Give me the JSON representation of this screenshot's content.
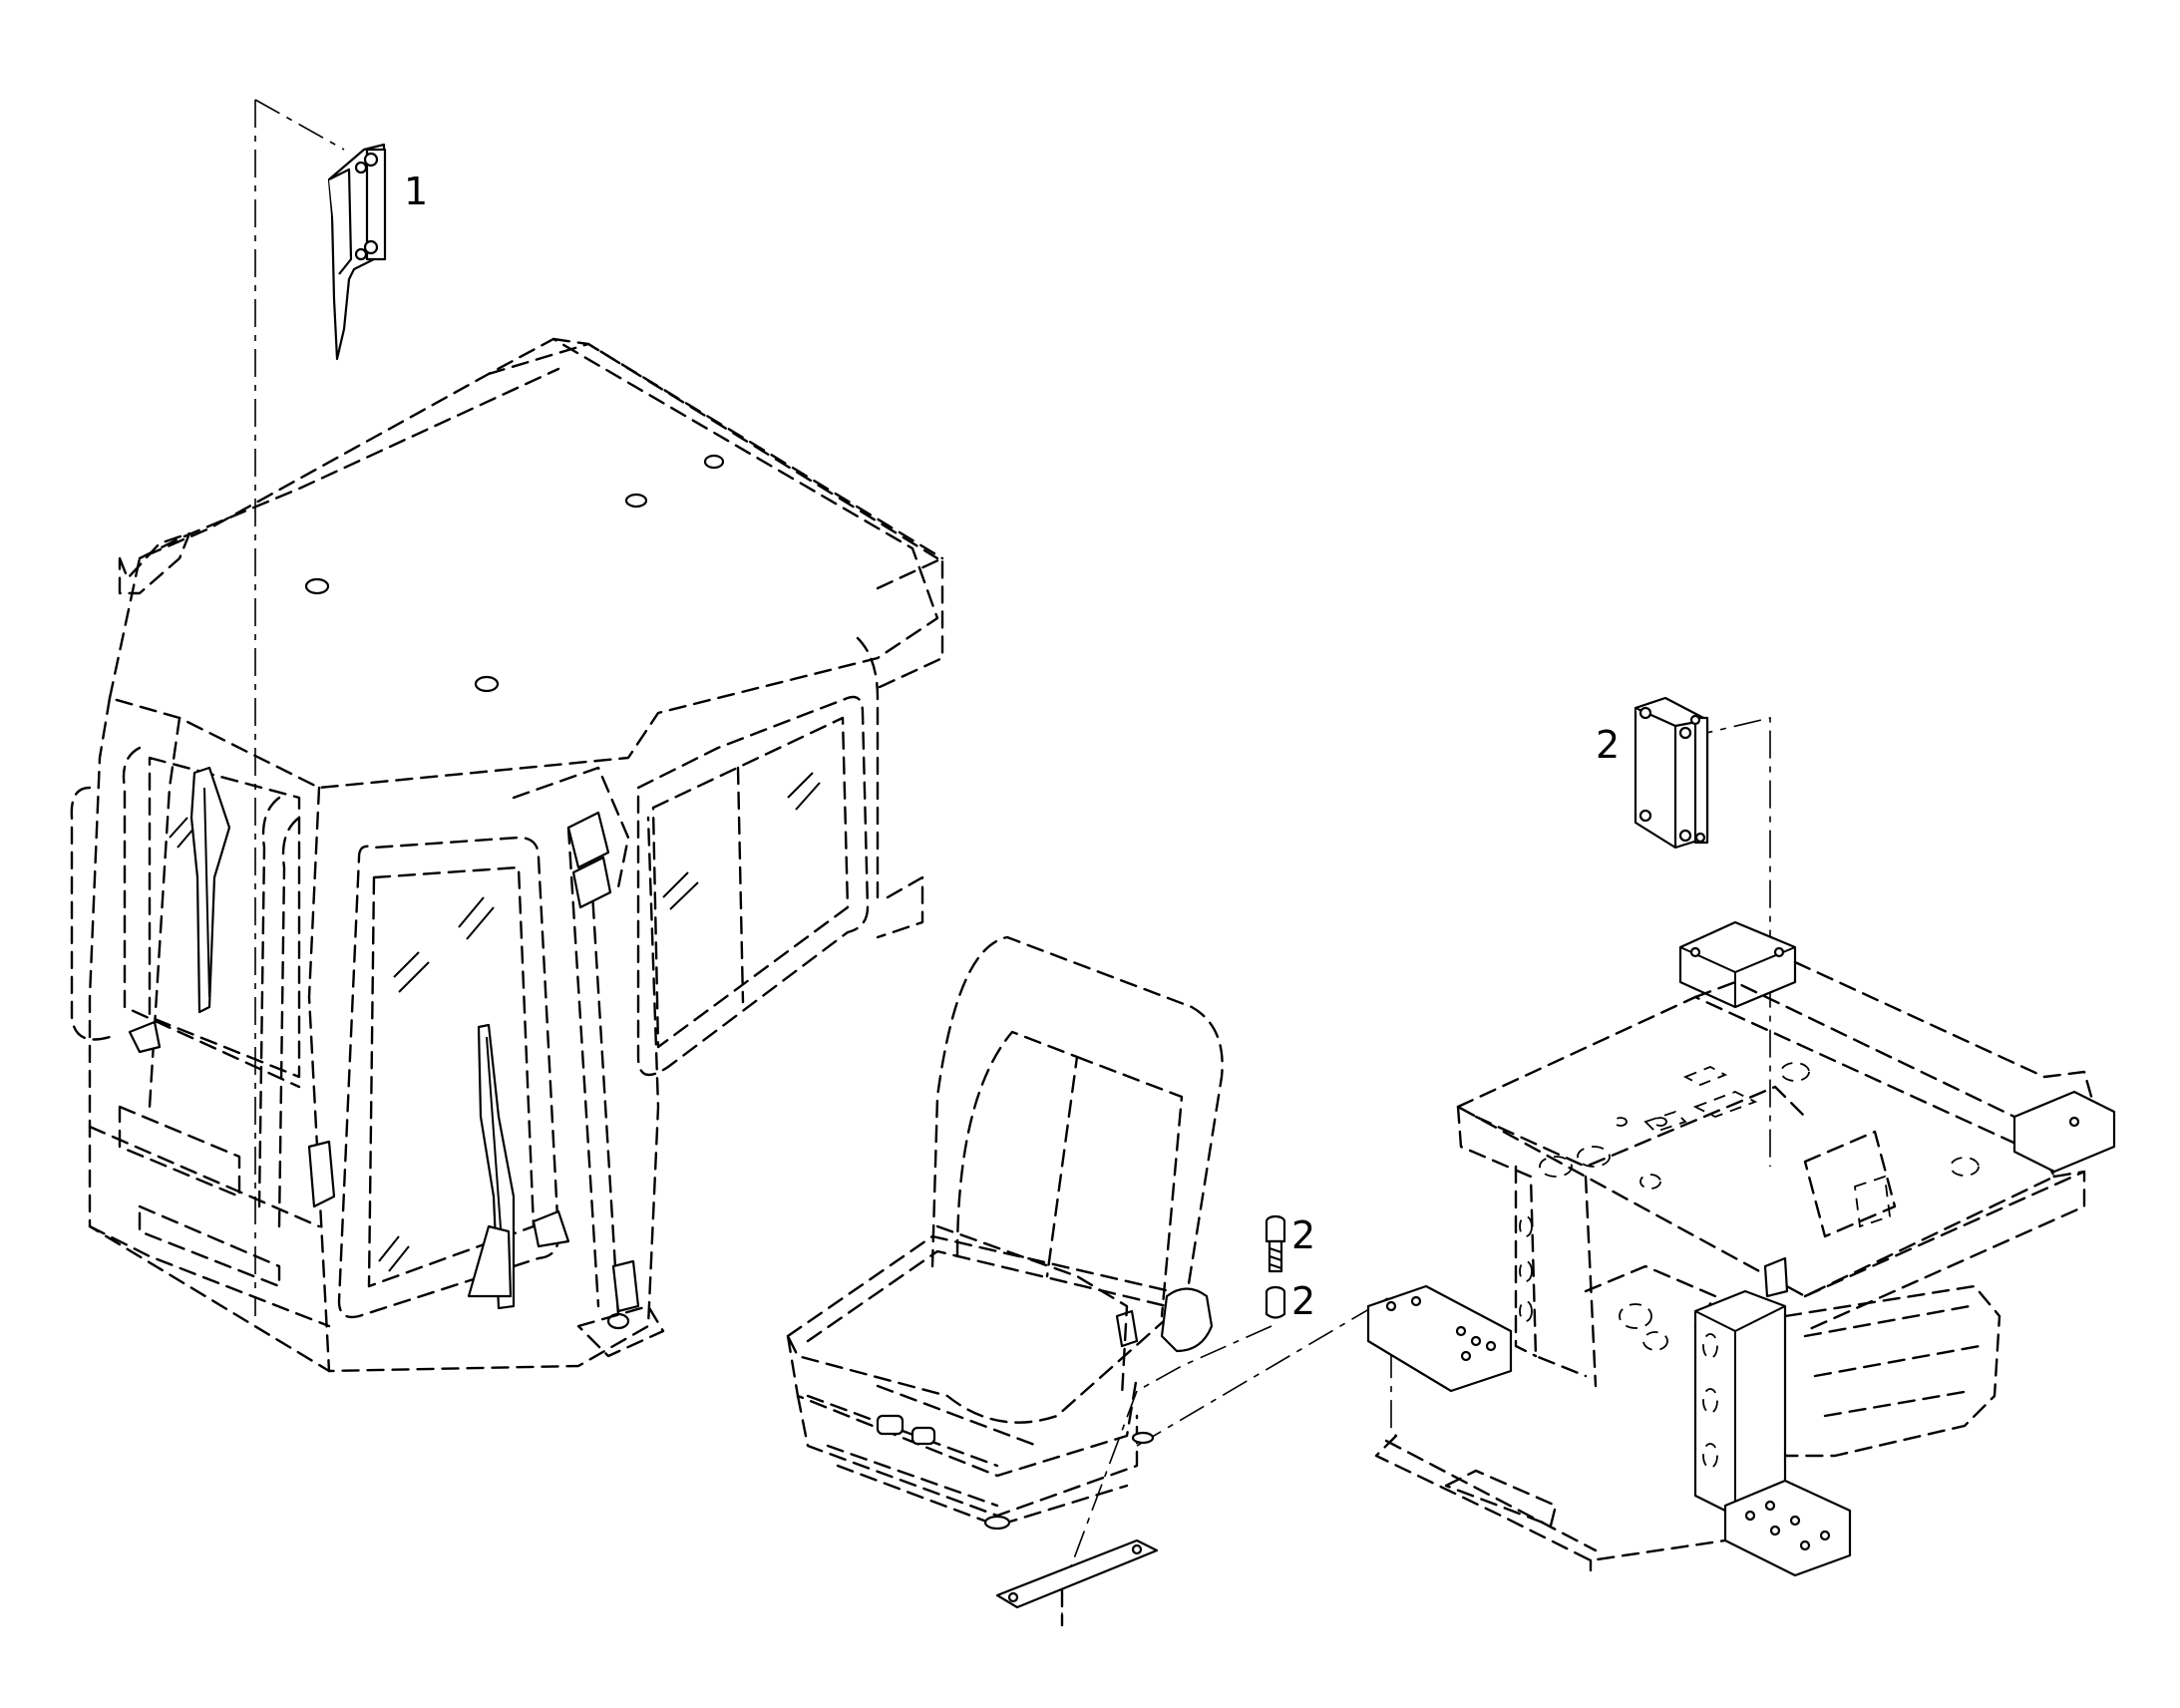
{
  "callouts": [
    {
      "id": "c1",
      "text": "1"
    },
    {
      "id": "c2a",
      "text": "2"
    },
    {
      "id": "c2b",
      "text": "2"
    },
    {
      "id": "c2c",
      "text": "2"
    }
  ],
  "parts": [
    "cab",
    "control-module-bracket",
    "operator-seat",
    "seat-mount-bolt",
    "seat-mount-spacer",
    "chassis-frame",
    "frame-control-module"
  ]
}
